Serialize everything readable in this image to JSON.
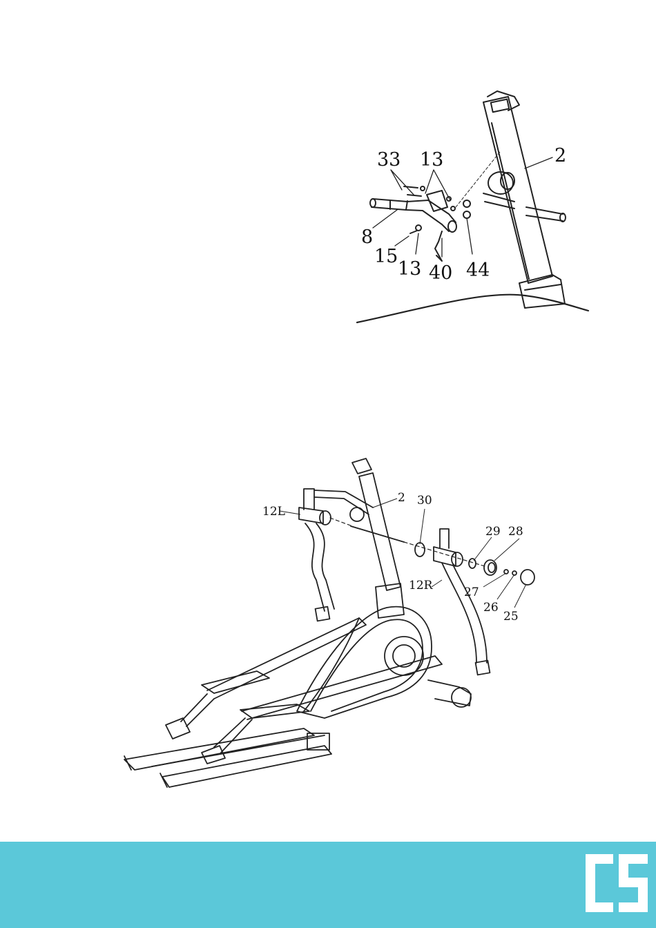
{
  "figure1": {
    "labels": {
      "l33": "33",
      "l13a": "13",
      "l2": "2",
      "l8": "8",
      "l15": "15",
      "l13b": "13",
      "l40": "40",
      "l44": "44"
    }
  },
  "figure2": {
    "labels": {
      "l12L": "12L",
      "l2": "2",
      "l30": "30",
      "l29": "29",
      "l28": "28",
      "l12R": "12R",
      "l27": "27",
      "l26": "26",
      "l25": "25"
    }
  },
  "footer": {
    "color": "#5bc8d9",
    "logo": "CS"
  }
}
